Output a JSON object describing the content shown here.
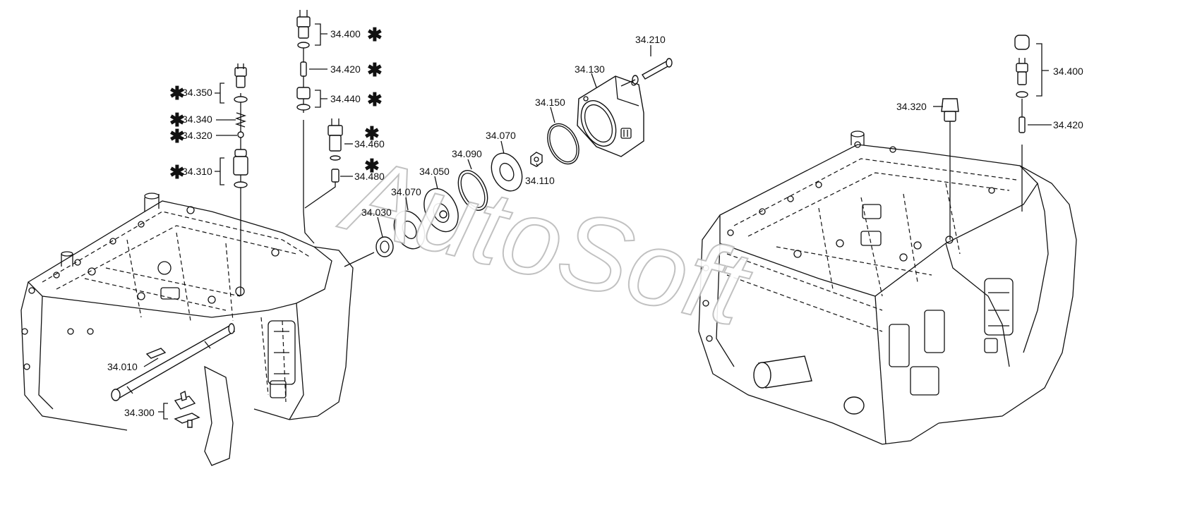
{
  "watermark": "AutoSoft",
  "colors": {
    "line": "#111111",
    "watermark_stroke": "#bbbbbb",
    "background": "#ffffff"
  },
  "labels": {
    "l34400a": "34.400",
    "l34420a": "34.420",
    "l34440": "34.440",
    "l34350": "34.350",
    "l34340": "34.340",
    "l34320a": "34.320",
    "l34310": "34.310",
    "l34460": "34.460",
    "l34480": "34.480",
    "l34030": "34.030",
    "l34070a": "34.070",
    "l34050": "34.050",
    "l34090": "34.090",
    "l34070b": "34.070",
    "l34110": "34.110",
    "l34150": "34.150",
    "l34130": "34.130",
    "l34210": "34.210",
    "l34010": "34.010",
    "l34300": "34.300",
    "l34320b": "34.320",
    "l34400b": "34.400",
    "l34420b": "34.420"
  },
  "star": "✱"
}
